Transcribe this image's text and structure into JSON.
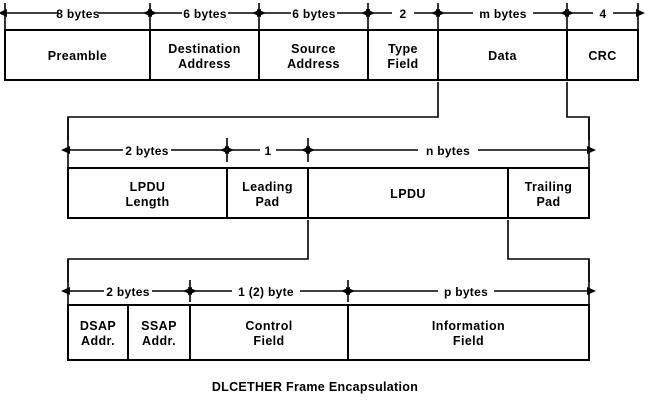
{
  "caption": "DLCETHER Frame Encapsulation",
  "rows": [
    {
      "id": "ethernet-frame",
      "cells": [
        {
          "lines": [
            "Preamble"
          ],
          "size": "8 bytes"
        },
        {
          "lines": [
            "Destination",
            "Address"
          ],
          "size": "6 bytes"
        },
        {
          "lines": [
            "Source",
            "Address"
          ],
          "size": "6 bytes"
        },
        {
          "lines": [
            "Type",
            "Field"
          ],
          "size": "2"
        },
        {
          "lines": [
            "Data"
          ],
          "size": "m bytes"
        },
        {
          "lines": [
            "CRC"
          ],
          "size": "4"
        }
      ]
    },
    {
      "id": "lpdu-frame",
      "cells": [
        {
          "lines": [
            "LPDU",
            "Length"
          ],
          "size": "2 bytes"
        },
        {
          "lines": [
            "Leading",
            "Pad"
          ],
          "size": "1"
        },
        {
          "lines": [
            "LPDU"
          ],
          "size": "n bytes"
        },
        {
          "lines": [
            "Trailing",
            "Pad"
          ],
          "size": ""
        }
      ]
    },
    {
      "id": "llc-frame",
      "cells": [
        {
          "lines": [
            "DSAP",
            "Addr."
          ],
          "size": "2 bytes"
        },
        {
          "lines": [
            "SSAP",
            "Addr."
          ],
          "size": ""
        },
        {
          "lines": [
            "Control",
            "Field"
          ],
          "size": "1 (2) byte"
        },
        {
          "lines": [
            "Information",
            "Field"
          ],
          "size": "p bytes"
        }
      ]
    }
  ],
  "colors": {
    "line": "#000000",
    "fill": "#ffffff",
    "text": "#000000"
  }
}
